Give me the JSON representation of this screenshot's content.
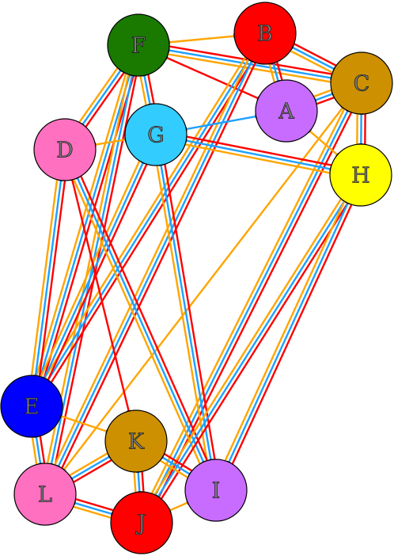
{
  "colors": {
    "red": "#ff0000",
    "blue": "#1ea0ff",
    "orange": "#ffa500"
  },
  "nodes": [
    {
      "id": "F",
      "label": "F",
      "color": "#1a7a00"
    },
    {
      "id": "B",
      "label": "B",
      "color": "#ff0000"
    },
    {
      "id": "C",
      "label": "C",
      "color": "#cc9000"
    },
    {
      "id": "A",
      "label": "A",
      "color": "#c86cff"
    },
    {
      "id": "G",
      "label": "G",
      "color": "#33ccff"
    },
    {
      "id": "D",
      "label": "D",
      "color": "#ff70c0"
    },
    {
      "id": "H",
      "label": "H",
      "color": "#ffff00"
    },
    {
      "id": "E",
      "label": "E",
      "color": "#0000ff"
    },
    {
      "id": "K",
      "label": "K",
      "color": "#cc9000"
    },
    {
      "id": "L",
      "label": "L",
      "color": "#ff70c0"
    },
    {
      "id": "I",
      "label": "I",
      "color": "#c86cff"
    },
    {
      "id": "J",
      "label": "J",
      "color": "#ff0000"
    }
  ],
  "edges": [
    {
      "from": "F",
      "to": "B",
      "style": "orange"
    },
    {
      "from": "F",
      "to": "C",
      "style": "triple"
    },
    {
      "from": "F",
      "to": "A",
      "style": "red"
    },
    {
      "from": "F",
      "to": "G",
      "style": "triple"
    },
    {
      "from": "F",
      "to": "D",
      "style": "triple"
    },
    {
      "from": "F",
      "to": "E",
      "style": "triple"
    },
    {
      "from": "F",
      "to": "L",
      "style": "triple"
    },
    {
      "from": "B",
      "to": "A",
      "style": "triple"
    },
    {
      "from": "B",
      "to": "C",
      "style": "triple"
    },
    {
      "from": "B",
      "to": "E",
      "style": "triple"
    },
    {
      "from": "B",
      "to": "L",
      "style": "triple"
    },
    {
      "from": "C",
      "to": "A",
      "style": "triple"
    },
    {
      "from": "C",
      "to": "H",
      "style": "triple"
    },
    {
      "from": "C",
      "to": "L",
      "style": "orange"
    },
    {
      "from": "C",
      "to": "J",
      "style": "triple"
    },
    {
      "from": "A",
      "to": "G",
      "style": "blue"
    },
    {
      "from": "A",
      "to": "H",
      "style": "orange"
    },
    {
      "from": "G",
      "to": "D",
      "style": "orange"
    },
    {
      "from": "G",
      "to": "H",
      "style": "triple"
    },
    {
      "from": "G",
      "to": "E",
      "style": "triple"
    },
    {
      "from": "G",
      "to": "I",
      "style": "triple"
    },
    {
      "from": "D",
      "to": "E",
      "style": "triple"
    },
    {
      "from": "D",
      "to": "K",
      "style": "red"
    },
    {
      "from": "D",
      "to": "I",
      "style": "triple"
    },
    {
      "from": "H",
      "to": "J",
      "style": "triple"
    },
    {
      "from": "H",
      "to": "I",
      "style": "triple"
    },
    {
      "from": "E",
      "to": "K",
      "style": "orange"
    },
    {
      "from": "E",
      "to": "L",
      "style": "triple"
    },
    {
      "from": "K",
      "to": "L",
      "style": "triple"
    },
    {
      "from": "K",
      "to": "I",
      "style": "triple"
    },
    {
      "from": "K",
      "to": "J",
      "style": "triple"
    },
    {
      "from": "L",
      "to": "J",
      "style": "triple"
    },
    {
      "from": "J",
      "to": "I",
      "style": "orange"
    }
  ]
}
